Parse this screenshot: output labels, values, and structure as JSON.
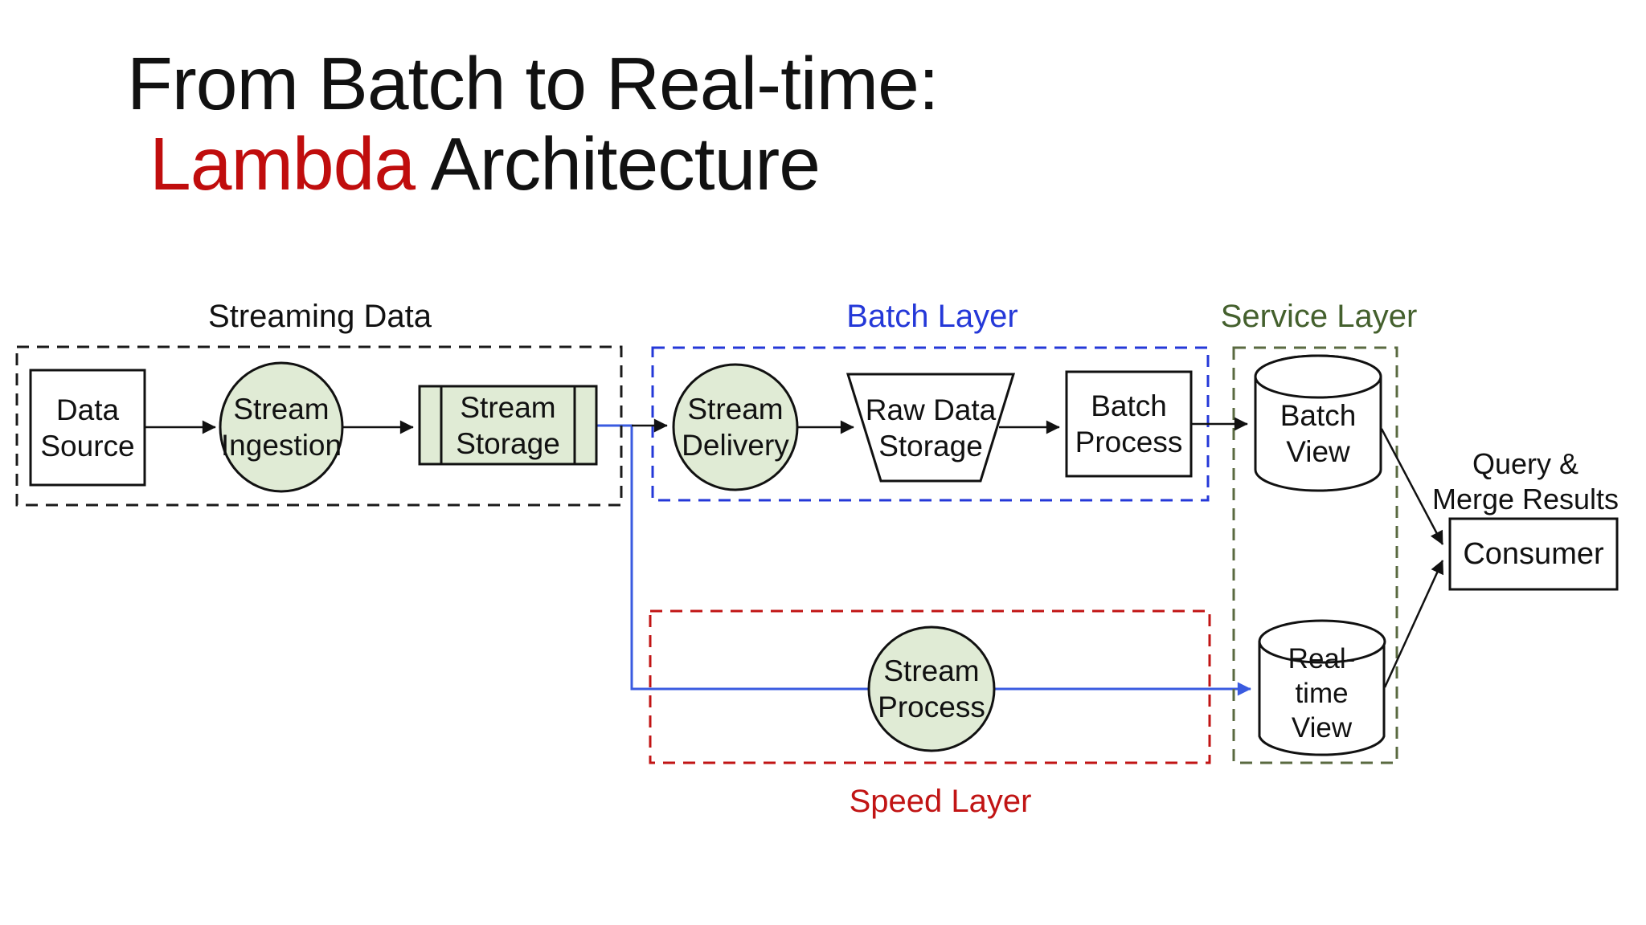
{
  "title": {
    "line1": "From Batch to Real-time:",
    "accent": "Lambda",
    "rest": " Architecture"
  },
  "layers": {
    "streaming": {
      "label": "Streaming Data"
    },
    "batch": {
      "label": "Batch Layer"
    },
    "service": {
      "label": "Service Layer"
    },
    "speed": {
      "label": "Speed Layer"
    }
  },
  "nodes": {
    "data_source": {
      "line1": "Data",
      "line2": "Source"
    },
    "stream_ingestion": {
      "line1": "Stream",
      "line2": "Ingestion"
    },
    "stream_storage": {
      "line1": "Stream",
      "line2": "Storage"
    },
    "stream_delivery": {
      "line1": "Stream",
      "line2": "Delivery"
    },
    "raw_data_storage": {
      "line1": "Raw Data",
      "line2": "Storage"
    },
    "batch_process": {
      "line1": "Batch",
      "line2": "Process"
    },
    "batch_view": {
      "line1": "Batch",
      "line2": "View"
    },
    "stream_process": {
      "line1": "Stream",
      "line2": "Process"
    },
    "real_time_view": {
      "line1": "Real-",
      "line2": "time",
      "line3": "View"
    },
    "consumer": {
      "label": "Consumer"
    }
  },
  "annotations": {
    "query_merge_line1": "Query &",
    "query_merge_line2": "Merge Results"
  },
  "colors": {
    "accent_red": "#c00d0d",
    "batch_blue": "#2438d8",
    "service_green": "#44602d",
    "service_dash": "#5a6a40",
    "speed_red": "#c11414",
    "flow_blue": "#3a5be0",
    "node_fill_green": "#e0ebd5",
    "ink": "#111111"
  }
}
